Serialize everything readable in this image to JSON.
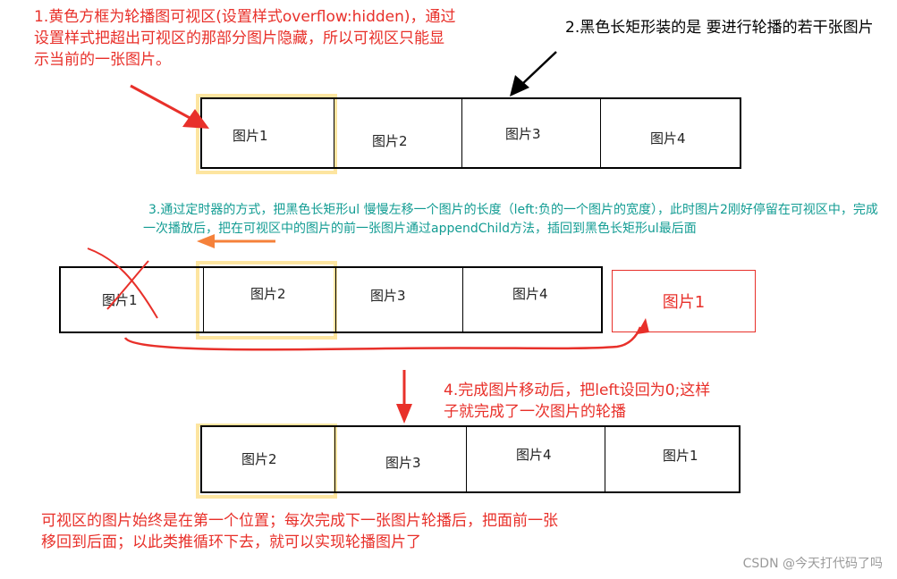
{
  "notes": {
    "n1": "1.黄色方框为轮播图可视区(设置样式overflow:hidden)，通过设置样式把超出可视区的那部分图片隐藏，所以可视区只能显示当前的一张图片。",
    "n2": "2.黑色长矩形装的是 要进行轮播的若干张图片",
    "n3": "3.通过定时器的方式，把黑色长矩形ul 慢慢左移一个图片的长度（left:负的一个图片的宽度），此时图片2刚好停留在可视区中，完成一次播放后，把在可视区中的图片的前一张图片通过appendChild方法，插回到黑色长矩形ul最后面",
    "n4": "4.完成图片移动后，把left设回为0;这样子就完成了一次图片的轮播",
    "summary": "可视区的图片始终是在第一个位置；每次完成下一张图片轮播后，把面前一张移回到后面；以此类推循环下去，就可以实现轮播图片了"
  },
  "strips": {
    "top": [
      "图片1",
      "图片2",
      "图片3",
      "图片4"
    ],
    "middle": [
      "图片1",
      "图片2",
      "图片3",
      "图片4"
    ],
    "bottom": [
      "图片2",
      "图片3",
      "图片4",
      "图片1"
    ]
  },
  "moved_image": "图片1",
  "footer": "CSDN @今天打代码了吗",
  "colors": {
    "red": "#e8302a",
    "teal": "#129c93",
    "viewport": "#fde5a0",
    "strip": "#000000",
    "arrow_orange": "#f5813a"
  }
}
